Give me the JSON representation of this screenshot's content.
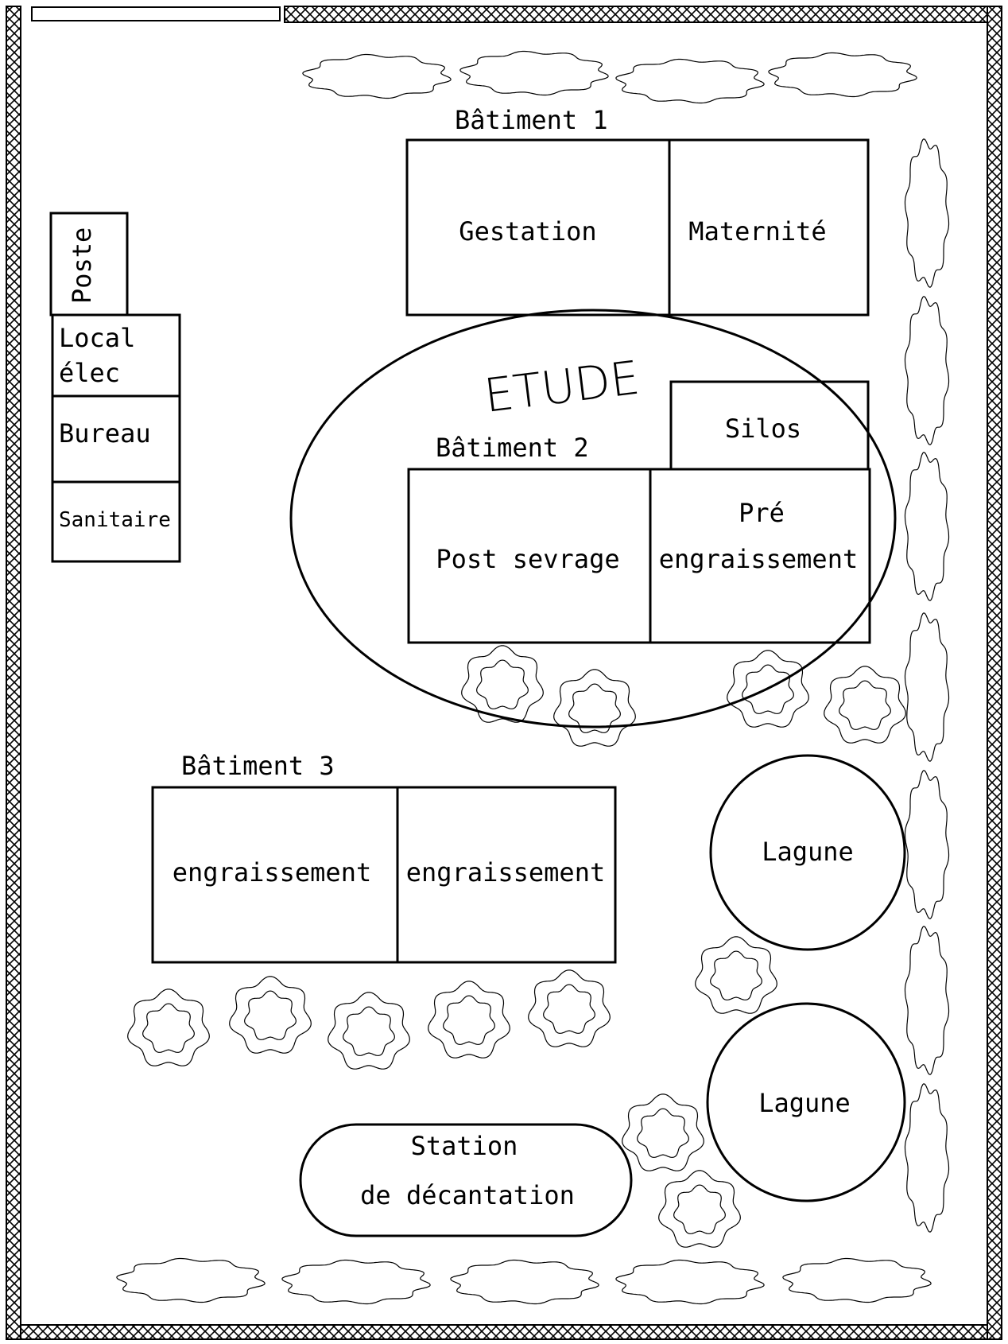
{
  "buildings": {
    "b1": {
      "title": "Bâtiment 1",
      "left": "Gestation",
      "right": "Maternité"
    },
    "b2": {
      "title": "Bâtiment 2",
      "left": "Post sevrage",
      "right_line1": "Pré",
      "right_line2": "engraissement",
      "silos": "Silos"
    },
    "b3": {
      "title": "Bâtiment 3",
      "left": "engraissement",
      "right": "engraissement"
    }
  },
  "annex": {
    "poste": "Poste",
    "local_line1": "Local",
    "local_line2": "élec",
    "bureau": "Bureau",
    "sanitaire": "Sanitaire"
  },
  "study_zone": {
    "label": "ETUDE"
  },
  "lagoons": {
    "upper": "Lagune",
    "lower": "Lagune"
  },
  "station": {
    "line1": "Station",
    "line2": "de décantation"
  },
  "colors": {
    "ink": "#000000",
    "background": "#ffffff"
  }
}
